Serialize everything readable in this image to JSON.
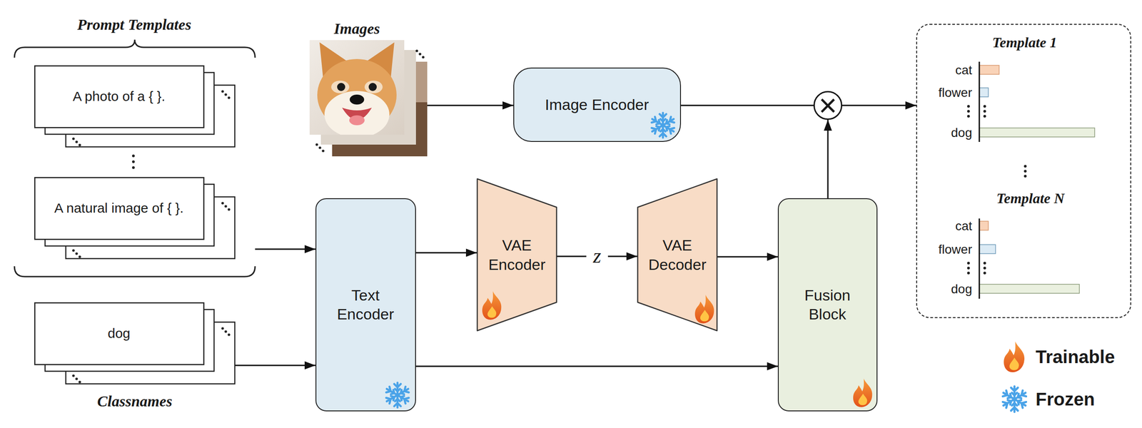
{
  "diagram": {
    "nodes": [
      {
        "text": [
          "Prompt Templates"
        ]
      },
      {
        "text": [
          "A photo of a { }."
        ],
        "in": 0
      },
      {
        "text": [
          "A natural image of { }."
        ],
        "in": 0
      },
      {
        "text": [
          "Images"
        ]
      },
      {
        "text": [
          "dog",
          "Classnames"
        ]
      },
      {
        "text": [
          "Image Encoder"
        ]
      },
      {
        "text": [
          "Text Encoder"
        ]
      },
      {
        "text": [
          "VAE Encoder"
        ]
      },
      {
        "text": [
          "VAE Decoder"
        ]
      },
      {
        "text": [
          "Fusion Block"
        ]
      },
      {
        "text": [
          "×"
        ]
      },
      {
        "text": [
          "Template 1",
          "Template N"
        ]
      }
    ],
    "edges": [
      {
        "from": 0,
        "to": 6,
        "arrow": "to"
      },
      {
        "from": 4,
        "to": 6,
        "arrow": "to"
      },
      {
        "from": 3,
        "to": 5,
        "arrow": "to"
      },
      {
        "from": 6,
        "to": 7,
        "arrow": "to"
      },
      {
        "from": 7,
        "to": 8,
        "label": "z",
        "arrow": "to"
      },
      {
        "from": 8,
        "to": 9,
        "arrow": "to"
      },
      {
        "from": 6,
        "to": 9,
        "arrow": "to"
      },
      {
        "from": 9,
        "to": 10,
        "arrow": "to"
      },
      {
        "from": 5,
        "to": 10,
        "arrow": "none"
      },
      {
        "from": 10,
        "to": 11,
        "arrow": "to"
      }
    ],
    "labels": [
      "cat",
      "flower",
      "dog",
      "cat",
      "flower",
      "dog"
    ],
    "legend": [
      {
        "text": "Trainable"
      },
      {
        "text": "Frozen"
      }
    ]
  }
}
